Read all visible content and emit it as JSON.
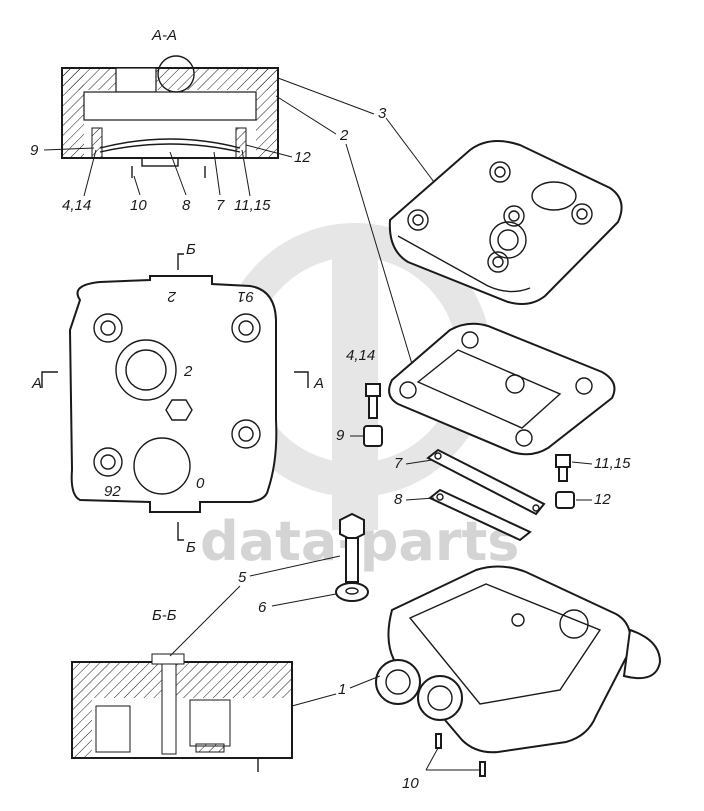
{
  "watermark": {
    "text": "data-parts",
    "logo": "gd-logo"
  },
  "section_titles": {
    "aa": "A-A",
    "bb": "Б-Б"
  },
  "section_marks": {
    "b_top": "Б",
    "b_bottom": "Б",
    "a_left": "A",
    "a_right": "A"
  },
  "cast_marks": {
    "top_2": "2",
    "top_91": "91",
    "port_2": "2",
    "bottom_92": "92",
    "port_0": "0"
  },
  "callouts": {
    "c1": "1",
    "c2": "2",
    "c3": "3",
    "c5": "5",
    "c6": "6",
    "c7_section": "7",
    "c8_section": "8",
    "c9_section": "9",
    "c10_section": "10",
    "c12_section": "12",
    "c4_14_section": "4,14",
    "c11_15_section": "11,15",
    "c4_14": "4,14",
    "c9": "9",
    "c7": "7",
    "c8": "8",
    "c11_15": "11,15",
    "c12": "12",
    "c10": "10"
  }
}
